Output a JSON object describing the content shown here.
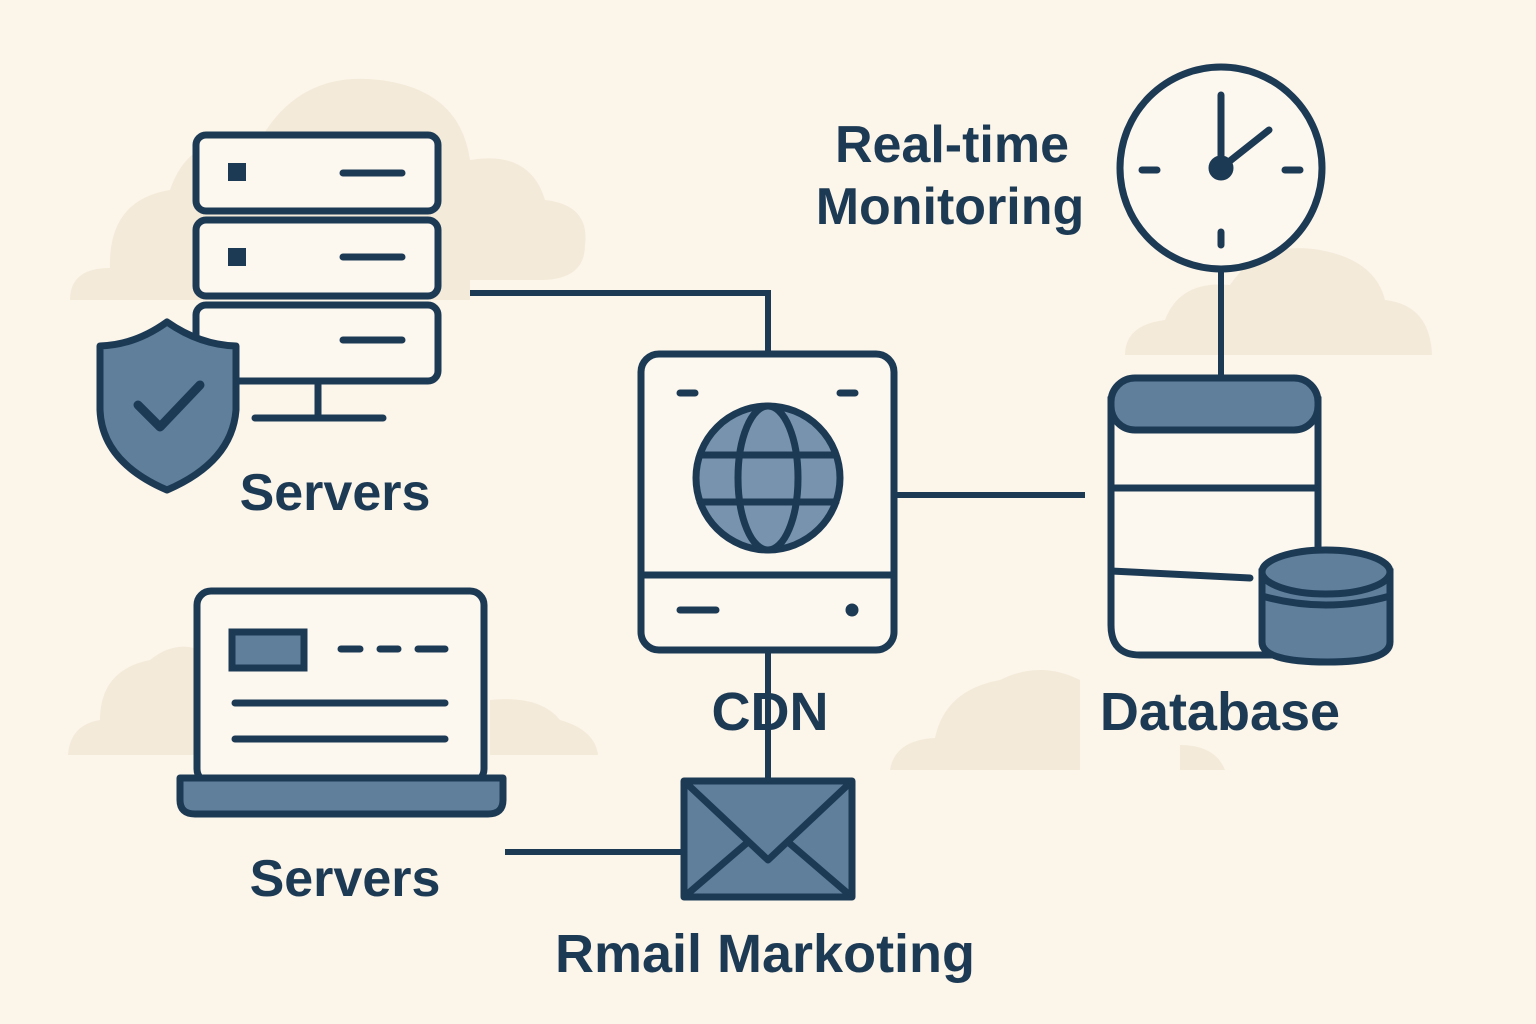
{
  "labels": {
    "monitoring_line1": "Real-time",
    "monitoring_line2": "Monitoring",
    "servers_top": "Servers",
    "cdn": "CDN",
    "database": "Database",
    "servers_bottom": "Servers",
    "email": "Rmail Markoting"
  },
  "colors": {
    "background": "#fcf5ea",
    "cloud": "#f4ead9",
    "stroke": "#1d3a55",
    "fill": "#5f7f9b",
    "fill_light": "#7793ad",
    "panel": "#fdf8ef"
  },
  "icons": {
    "servers_top": "server-rack-icon",
    "security": "shield-check-icon",
    "cdn": "cdn-globe-device-icon",
    "monitoring": "clock-icon",
    "database": "database-icon",
    "servers_bottom": "laptop-icon",
    "email": "envelope-icon"
  }
}
